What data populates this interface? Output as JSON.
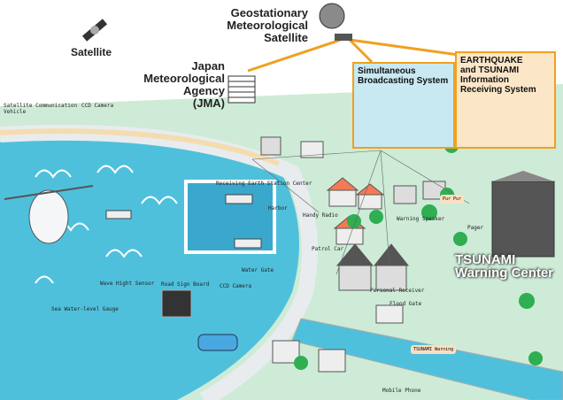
{
  "title_labels": {
    "satellite": "Satellite",
    "gms": [
      "Geostationary",
      "Meteorological",
      "Satellite"
    ],
    "jma": [
      "Japan",
      "Meteorological",
      "Agency",
      "(JMA)"
    ]
  },
  "systems": {
    "broadcast": [
      "Simultaneous",
      "Broadcasting System"
    ],
    "receiving": [
      "EARTHQUAKE",
      "and TSUNAMI",
      "Information",
      "Receiving System"
    ],
    "warning_center": [
      "TSUNAMI",
      "Warning Center"
    ]
  },
  "small_labels": {
    "sat_vehicle": [
      "Satellite Communication",
      "Vehicle"
    ],
    "ccd_camera_top": "CCD Camera",
    "receiving_station": "Receiving Earth Station Center",
    "harbor": "Harbor",
    "handy_radio": "Handy Radio",
    "warning_speaker": "Warning Speaker",
    "pager": "Pager",
    "patrol_car": "Patrol Car",
    "personal_receiver": "Personal Receiver",
    "water_gate": "Water Gate",
    "wave_sensor": "Wave Hight Sensor",
    "road_sign": "Road Sign Board",
    "ccd_camera_bottom": "CCD Camera",
    "sea_gauge": "Sea Water-level Gauge",
    "flood_gate": "Flood Gate",
    "mobile_phone": "Mobile Phone"
  },
  "bubbles": {
    "pager_sound": "Pur Pur",
    "phone_msg": "TSUNAMI Warning"
  },
  "colors": {
    "sea": "#4fc0dc",
    "land": "#cdebd6",
    "link": "#f0a020",
    "box_bg": "#c9e9f2",
    "box_bg2": "#fbe6c8"
  }
}
